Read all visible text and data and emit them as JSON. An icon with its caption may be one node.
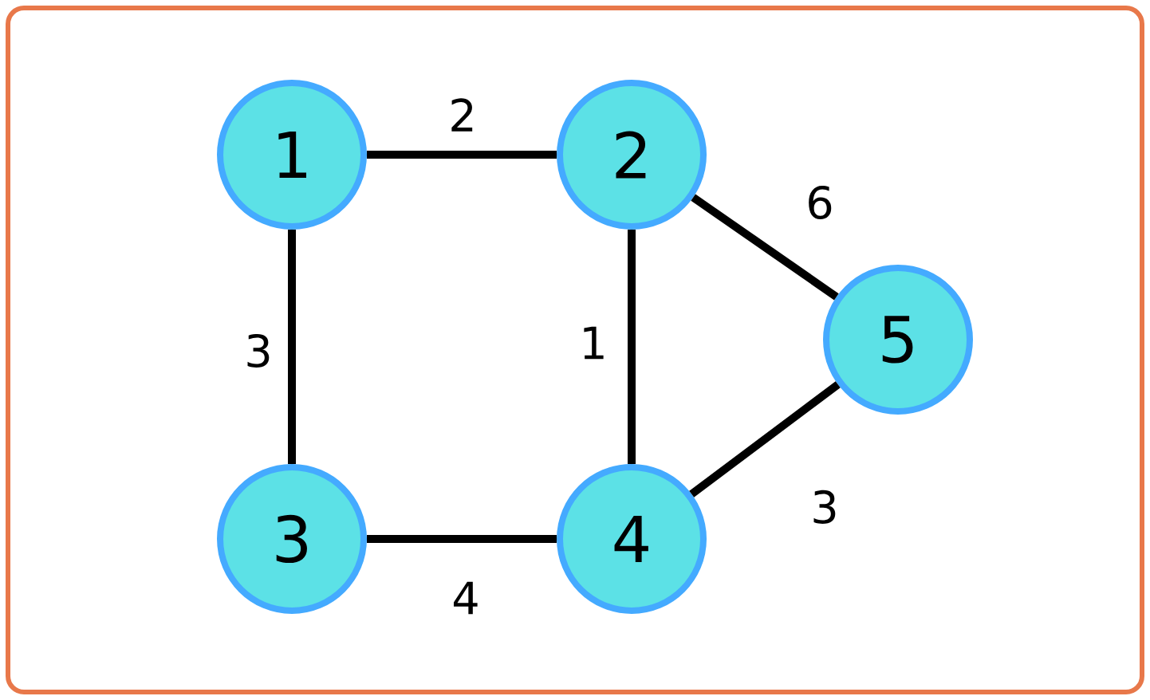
{
  "diagram": {
    "nodes": [
      {
        "text": [
          "1"
        ]
      },
      {
        "text": [
          "2"
        ]
      },
      {
        "text": [
          "3"
        ]
      },
      {
        "text": [
          "4"
        ]
      },
      {
        "text": [
          "5"
        ]
      }
    ],
    "edges": [
      {
        "from": 0,
        "to": 1,
        "arrow": "none",
        "label": "2"
      },
      {
        "from": 0,
        "to": 2,
        "arrow": "none",
        "label": "3"
      },
      {
        "from": 1,
        "to": 3,
        "arrow": "none",
        "label": "1"
      },
      {
        "from": 1,
        "to": 4,
        "arrow": "none",
        "label": "6"
      },
      {
        "from": 2,
        "to": 3,
        "arrow": "none",
        "label": "4"
      },
      {
        "from": 3,
        "to": 4,
        "arrow": "none",
        "label": "3"
      }
    ]
  }
}
